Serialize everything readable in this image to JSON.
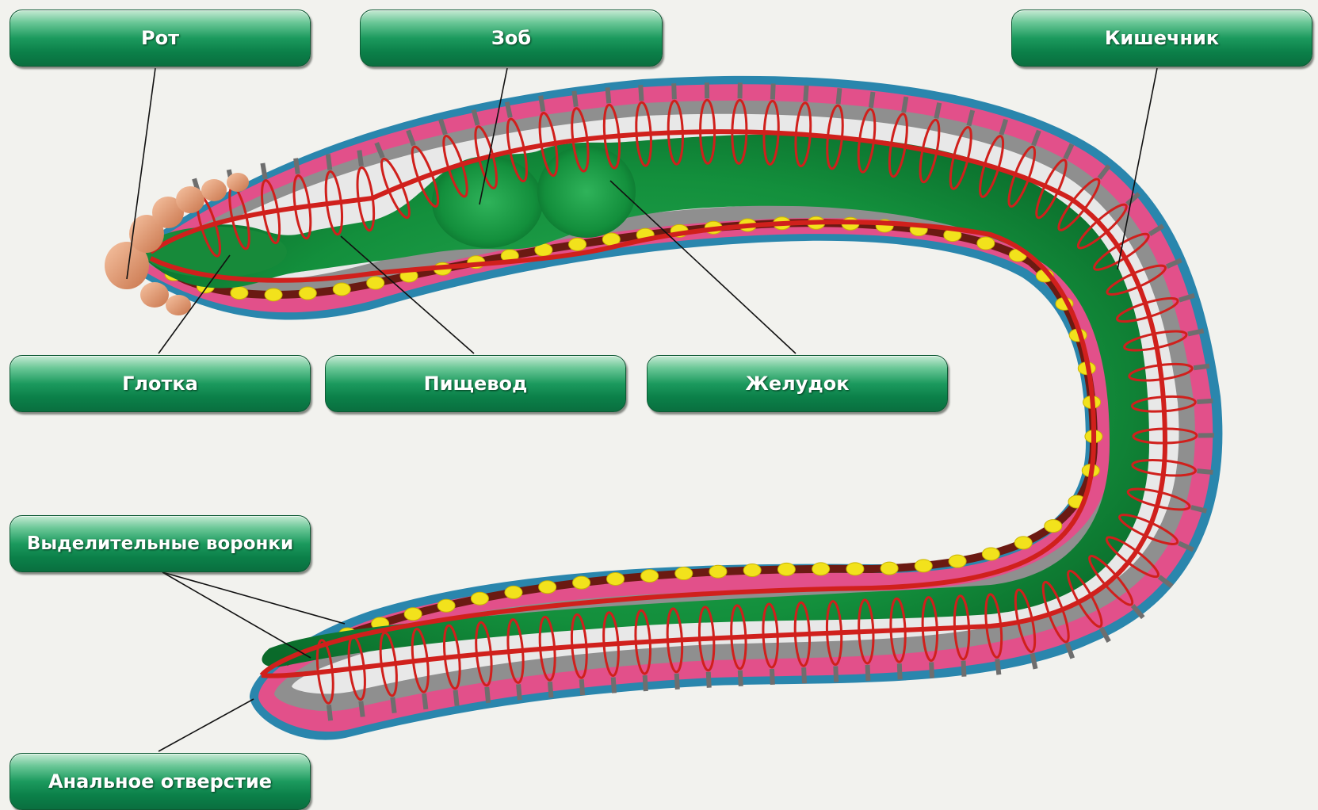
{
  "labels": {
    "mouth": "Рот",
    "crop": "Зоб",
    "intestine": "Кишечник",
    "pharynx": "Глотка",
    "esophagus": "Пищевод",
    "stomach": "Желудок",
    "nephridia": "Выделительные воронки",
    "anus": "Анальное отверстие"
  },
  "colors": {
    "background": "#f2f2ee",
    "label_green": "#0b8049",
    "outer_blue": "#2a86ad",
    "skin_pink": "#e2508a",
    "muscle_grey": "#8f8f8f",
    "vessel_red": "#d0201c",
    "gut_green": "#138f3c",
    "nerve_yellow": "#f2e21c",
    "prostomium": "#e9a57c"
  }
}
